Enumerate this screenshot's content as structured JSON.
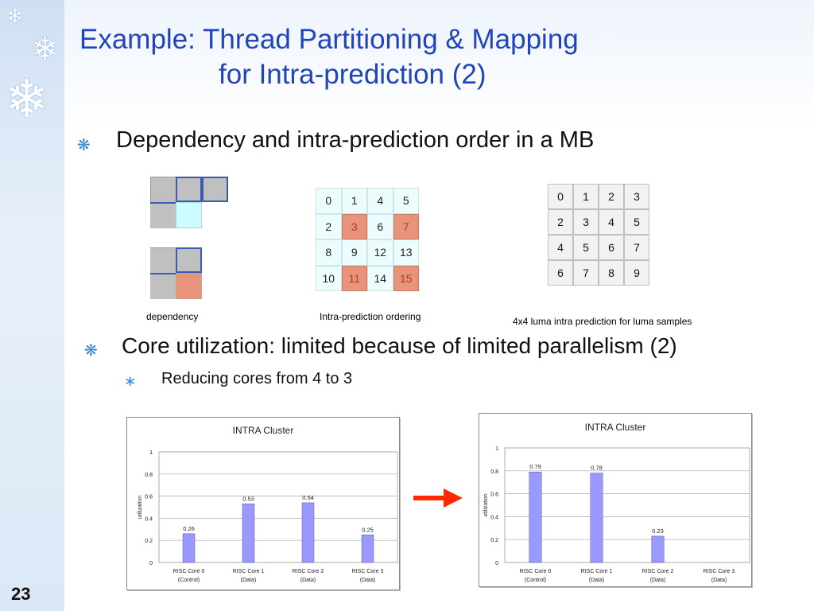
{
  "slide": {
    "title_line1": "Example: Thread Partitioning & Mapping",
    "title_line2": "for Intra-prediction (2)",
    "bullet1": "Dependency and intra-prediction order in a MB",
    "bullet2": "Core utilization: limited because of limited parallelism (2)",
    "sub_bullet": "Reducing cores from 4 to 3",
    "page_number": "23",
    "accent_color": "#1f45b8",
    "bullet_icon": "snowflake-bullet-icon"
  },
  "dependency": {
    "caption": "dependency"
  },
  "ordering": {
    "caption": "Intra-prediction ordering",
    "rows": [
      [
        "0",
        "1",
        "4",
        "5"
      ],
      [
        "2",
        "3",
        "6",
        "7"
      ],
      [
        "8",
        "9",
        "12",
        "13"
      ],
      [
        "10",
        "11",
        "14",
        "15"
      ]
    ],
    "highlight_color": "#e8947a"
  },
  "luma": {
    "caption": "4x4 luma intra prediction for luma samples",
    "rows": [
      [
        "0",
        "1",
        "2",
        "3"
      ],
      [
        "2",
        "3",
        "4",
        "5"
      ],
      [
        "4",
        "5",
        "6",
        "7"
      ],
      [
        "6",
        "7",
        "8",
        "9"
      ]
    ]
  },
  "chart_data": [
    {
      "type": "bar",
      "title": "INTRA Cluster",
      "ylabel": "utilization",
      "xlabel": "",
      "ylim": [
        0,
        1
      ],
      "yticks": [
        "0",
        "0.2",
        "0.4",
        "0.6",
        "0.8",
        "1"
      ],
      "categories": [
        "RISC Core 0\n(Control)",
        "RISC Core 1\n(Data)",
        "RISC Core 2\n(Data)",
        "RISC Core 3\n(Data)"
      ],
      "values": [
        0.26,
        0.53,
        0.54,
        0.25
      ],
      "value_labels": [
        "0.26",
        "0.53",
        "0.54",
        "0.25"
      ],
      "grid": true,
      "bar_color": "#9999ff"
    },
    {
      "type": "bar",
      "title": "INTRA Cluster",
      "ylabel": "utilization",
      "xlabel": "",
      "ylim": [
        0,
        1
      ],
      "yticks": [
        "0",
        "0.2",
        "0.4",
        "0.6",
        "0.8",
        "1"
      ],
      "categories": [
        "RISC Core 0\n(Control)",
        "RISC Core 1\n(Data)",
        "RISC Core 2\n(Data)",
        "RISC Core 3\n(Data)"
      ],
      "values": [
        0.79,
        0.78,
        0.23,
        null
      ],
      "value_labels": [
        "0.79",
        "0.78",
        "0.23",
        ""
      ],
      "grid": true,
      "bar_color": "#9999ff"
    }
  ]
}
